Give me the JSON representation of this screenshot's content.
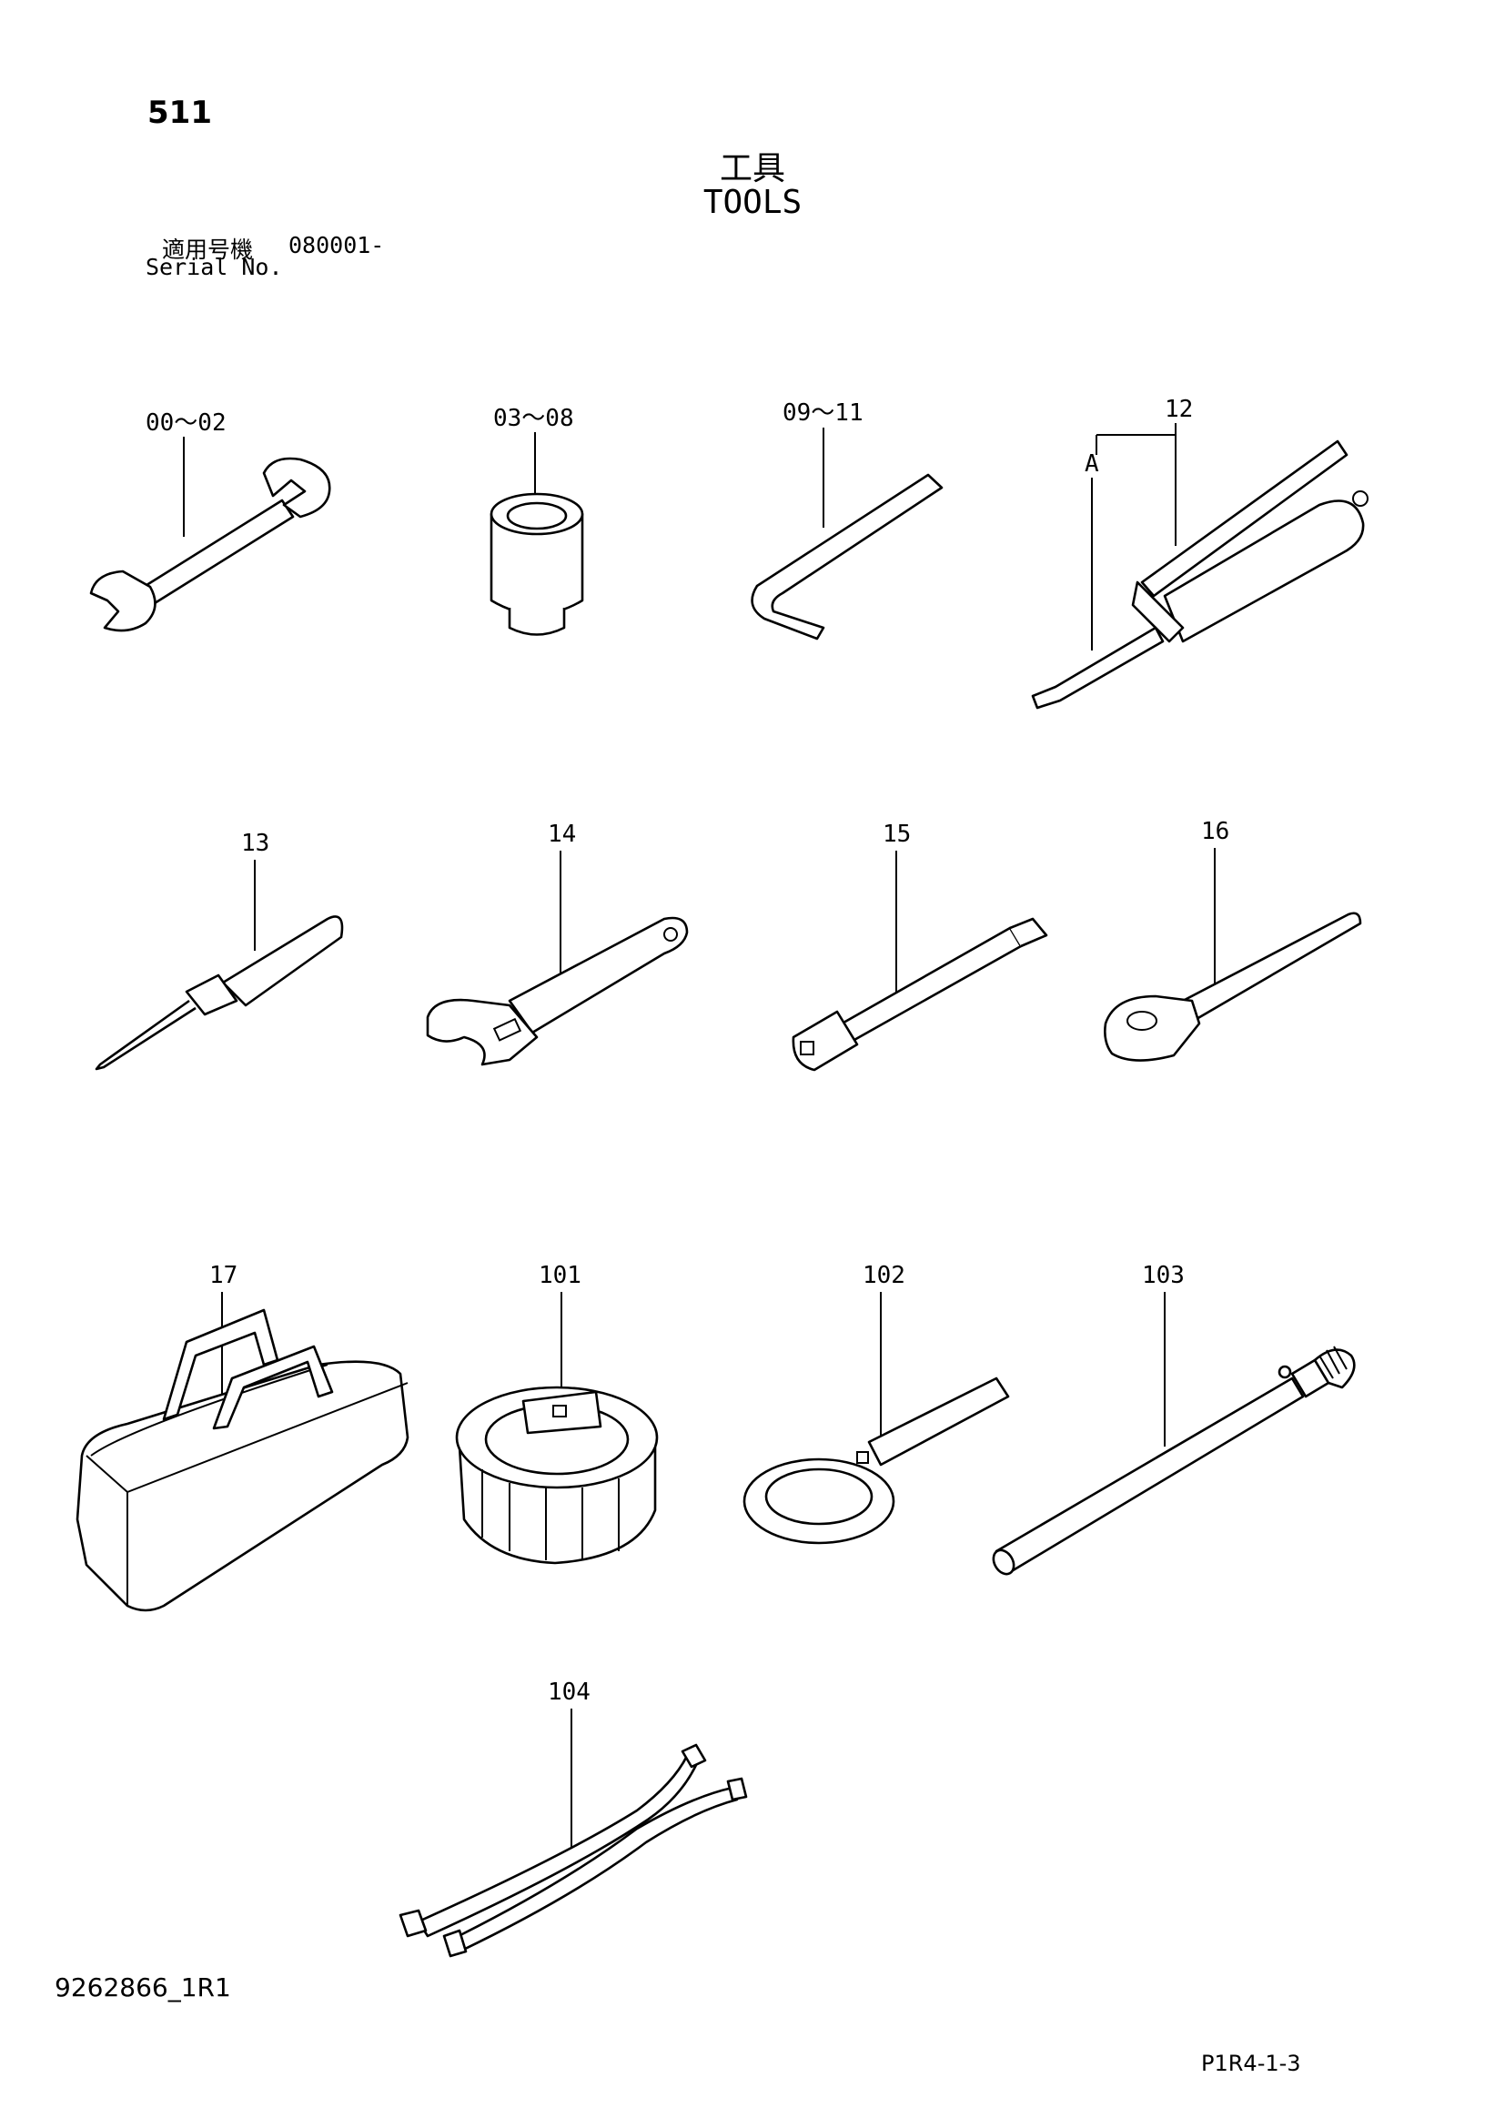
{
  "page_number": "511",
  "title_jp": "工具",
  "title_en": "TOOLS",
  "serial": {
    "label_jp": "適用号機",
    "value": "080001-",
    "label_en": "Serial No."
  },
  "callouts": {
    "c00_02": "00～02",
    "c03_08": "03～08",
    "c09_11": "09～11",
    "c12": "12",
    "cA": "A",
    "c13": "13",
    "c14": "14",
    "c15": "15",
    "c16": "16",
    "c17": "17",
    "c101": "101",
    "c102": "102",
    "c103": "103",
    "c104": "104"
  },
  "document_id": "9262866_1R1",
  "figure_id": "P1R4-1-3",
  "icons": [
    "open-end-wrench",
    "socket",
    "hex-key",
    "grease-gun",
    "screwdriver",
    "adjustable-wrench",
    "extension-bar",
    "ratchet-handle",
    "tool-bag",
    "filter-wrench",
    "ring-spanner",
    "handle-bar",
    "strap-wrench"
  ]
}
